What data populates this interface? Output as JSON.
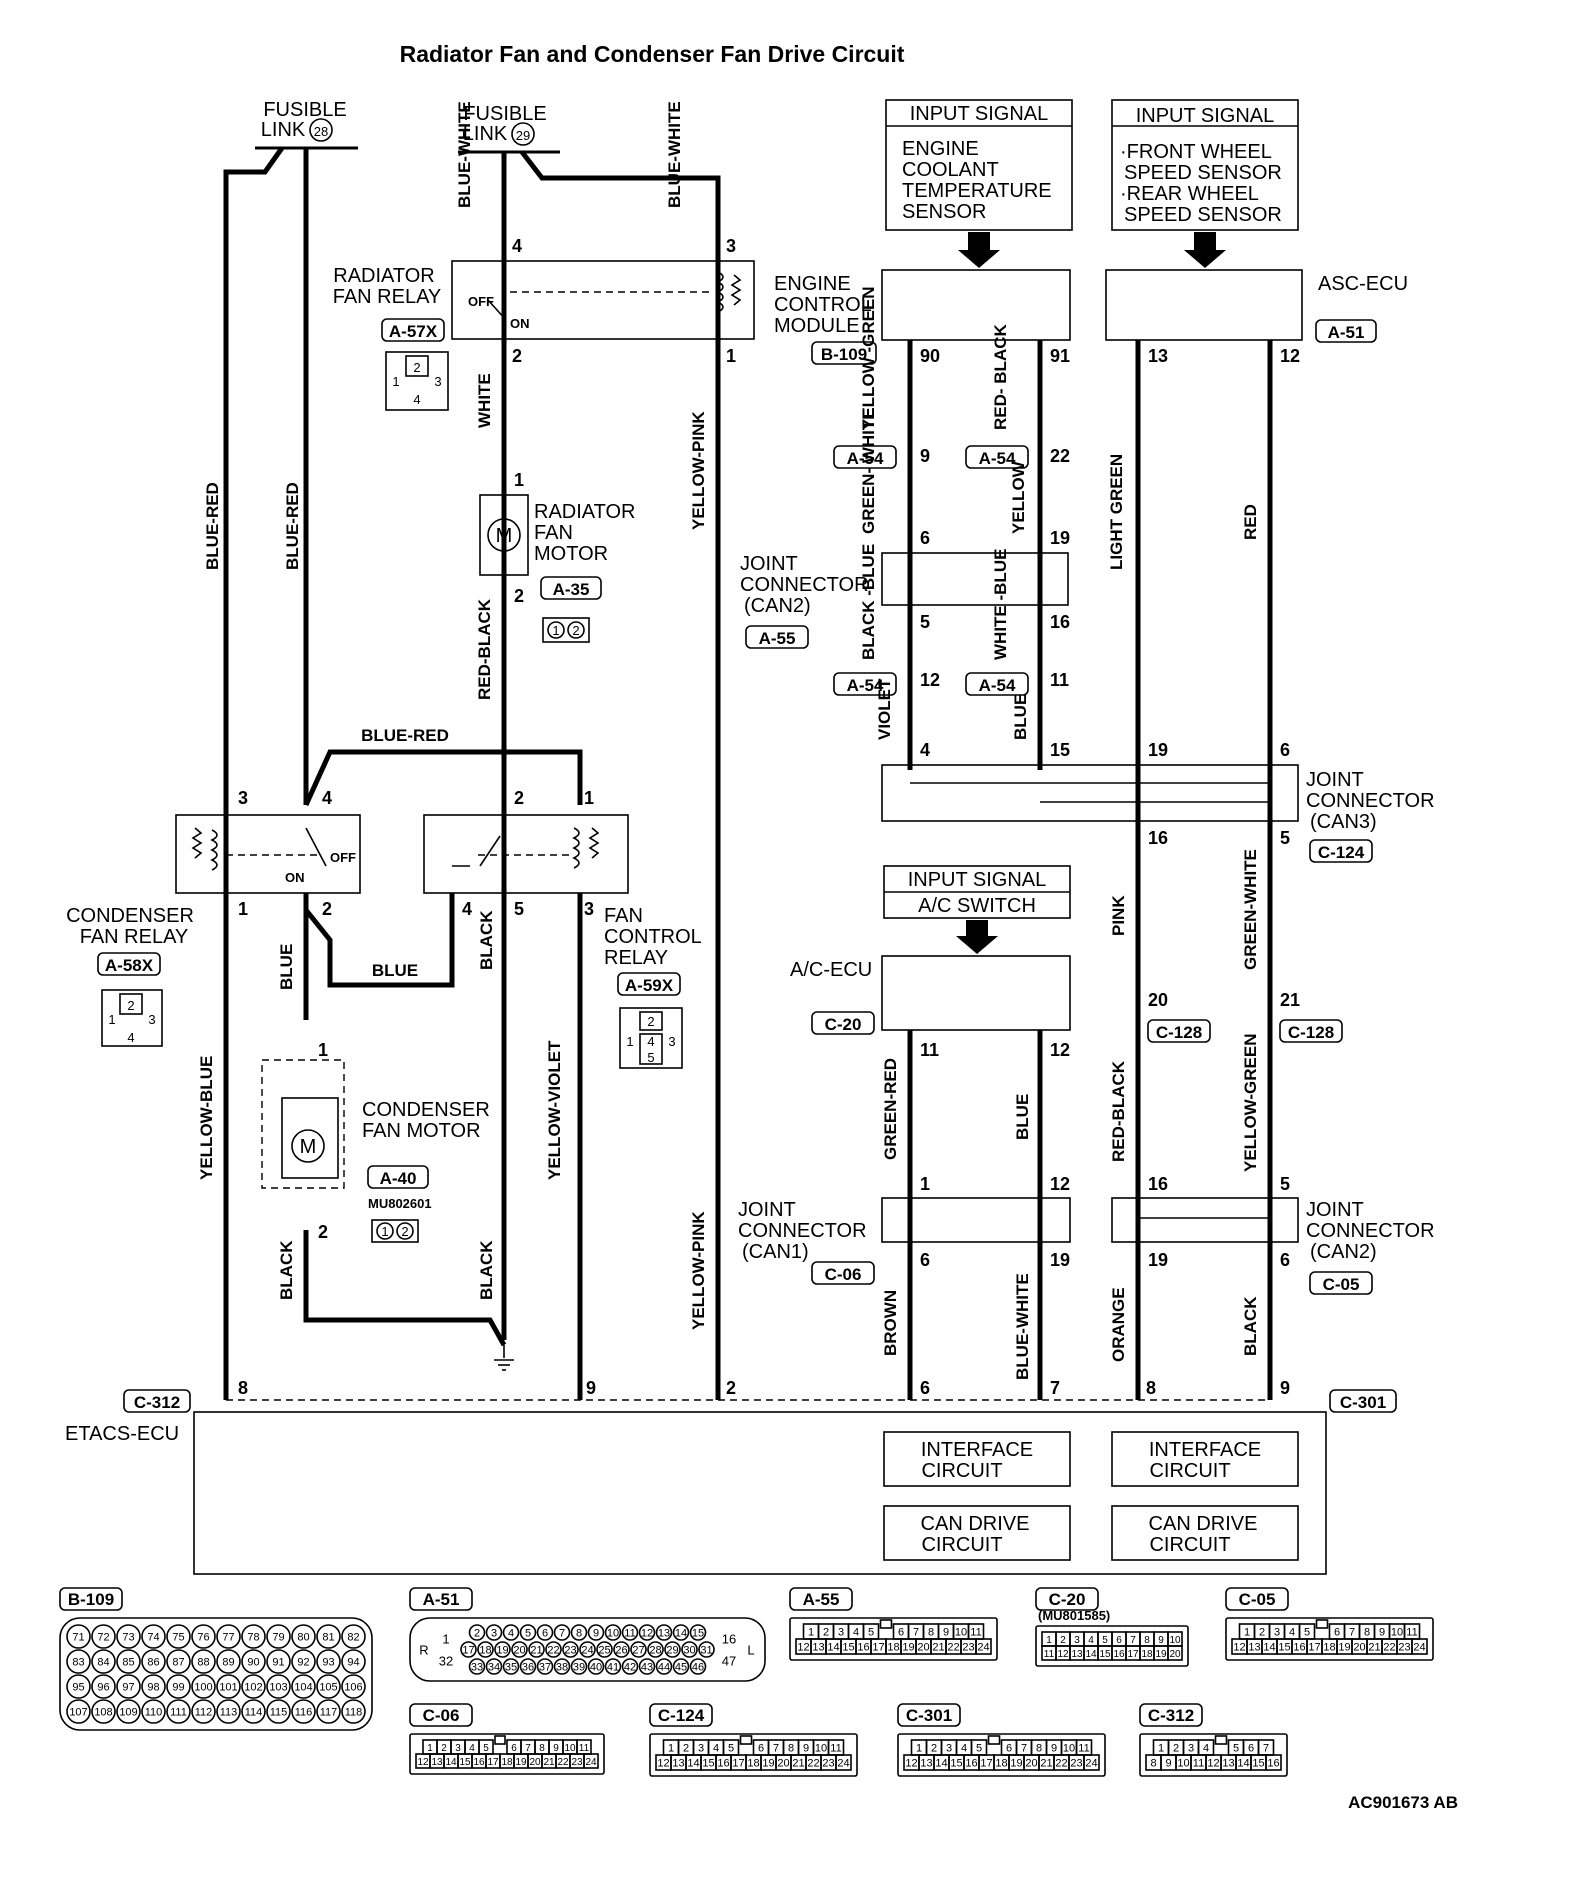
{
  "title": "Radiator Fan and Condenser Fan Drive Circuit",
  "doc_code": "AC901673 AB",
  "fusible_links": [
    {
      "line1": "FUSIBLE",
      "line2": "LINK",
      "num": "28"
    },
    {
      "line1": "FUSIBLE",
      "line2": "LINK",
      "num": "29"
    }
  ],
  "input_signals": [
    {
      "header": "INPUT SIGNAL",
      "lines": [
        "ENGINE",
        "COOLANT",
        "TEMPERATURE",
        "SENSOR"
      ]
    },
    {
      "header": "INPUT SIGNAL",
      "lines": [
        "·FRONT WHEEL",
        "SPEED SENSOR",
        "·REAR WHEEL",
        "SPEED SENSOR"
      ]
    },
    {
      "header": "INPUT SIGNAL",
      "lines": [
        "A/C SWITCH"
      ]
    }
  ],
  "components": {
    "radiator_fan_relay": {
      "lines": [
        "RADIATOR",
        "FAN RELAY"
      ],
      "code": "A-57X",
      "off": "OFF",
      "on": "ON"
    },
    "radiator_fan_motor": {
      "lines": [
        "RADIATOR",
        "FAN",
        "MOTOR"
      ],
      "code": "A-35"
    },
    "condenser_fan_relay": {
      "lines": [
        "CONDENSER",
        "FAN RELAY"
      ],
      "code": "A-58X",
      "off": "OFF",
      "on": "ON"
    },
    "fan_control_relay": {
      "lines": [
        "FAN",
        "CONTROL",
        "RELAY"
      ],
      "code": "A-59X"
    },
    "condenser_fan_motor": {
      "lines": [
        "CONDENSER",
        "FAN MOTOR"
      ],
      "code": "A-40",
      "part": "MU802601"
    },
    "ecm": {
      "lines": [
        "ENGINE",
        "CONTROL",
        "MODULE"
      ],
      "code": "B-109"
    },
    "asc_ecu": {
      "label": "ASC-ECU",
      "code": "A-51"
    },
    "ac_ecu": {
      "label": "A/C-ECU",
      "code": "C-20"
    },
    "etacs": {
      "label": "ETACS-ECU",
      "code_left": "C-312",
      "code_right": "C-301"
    },
    "jc_can2_top": {
      "lines": [
        "JOINT",
        "CONNECTOR",
        "(CAN2)"
      ],
      "code": "A-55"
    },
    "jc_can3": {
      "lines": [
        "JOINT",
        "CONNECTOR",
        "(CAN3)"
      ],
      "code": "C-124"
    },
    "jc_can1": {
      "lines": [
        "JOINT",
        "CONNECTOR",
        "(CAN1)"
      ],
      "code": "C-06"
    },
    "jc_can2_bot": {
      "lines": [
        "JOINT",
        "CONNECTOR",
        "(CAN2)"
      ],
      "code": "C-05"
    },
    "interface_circuit": [
      "INTERFACE",
      "CIRCUIT"
    ],
    "can_drive_circuit": [
      "CAN DRIVE",
      "CIRCUIT"
    ]
  },
  "wire_colors": {
    "blue_white": "BLUE-WHITE",
    "blue_red": "BLUE-RED",
    "white": "WHITE",
    "yellow_pink": "YELLOW-PINK",
    "red_black": "RED-BLACK",
    "blue": "BLUE",
    "black": "BLACK",
    "yellow_blue": "YELLOW-BLUE",
    "yellow_violet": "YELLOW-VIOLET",
    "yellow_green_ecm": "YELLOW -GREEN",
    "red_black_ecm": "RED- BLACK",
    "green_white": "GREEN- WHITE",
    "yellow": "YELLOW",
    "black_blue": "BLACK -BLUE",
    "white_blue": "WHITE -BLUE",
    "violet": "VIOLET",
    "light_green": "LIGHT GREEN",
    "red": "RED",
    "pink": "PINK",
    "green_white_2": "GREEN-WHITE",
    "green_red": "GREEN-RED",
    "red_black_2": "RED-BLACK",
    "yellow_green": "YELLOW-GREEN",
    "brown": "BROWN",
    "blue_white_2": "BLUE-WHITE",
    "orange": "ORANGE"
  },
  "connector_codes": {
    "a54": "A-54",
    "c128": "C-128"
  },
  "pins": {
    "rfr_4": "4",
    "rfr_3": "3",
    "rfr_2": "2",
    "rfr_1": "1",
    "rfm_1": "1",
    "rfm_2": "2",
    "cfr_3": "3",
    "cfr_4": "4",
    "cfr_1": "1",
    "cfr_2": "2",
    "fcr_2": "2",
    "fcr_1": "1",
    "fcr_4": "4",
    "fcr_5": "5",
    "fcr_3": "3",
    "cfm_1": "1",
    "cfm_2": "2",
    "ecm_90": "90",
    "ecm_91": "91",
    "asc_13": "13",
    "asc_12": "12",
    "a54_9": "9",
    "a54_22": "22",
    "jc2_6": "6",
    "jc2_19": "19",
    "jc2_5": "5",
    "jc2_16": "16",
    "a54_12": "12",
    "a54_11": "11",
    "jc3_4": "4",
    "jc3_15": "15",
    "jc3_19": "19",
    "jc3_6": "6",
    "jc3_16": "16",
    "jc3_5": "5",
    "c128_20": "20",
    "c128_21": "21",
    "ac_11": "11",
    "ac_12": "12",
    "jc1_1": "1",
    "jc1_12": "12",
    "jc1_6": "6",
    "jc1_19": "19",
    "jcb_16": "16",
    "jcb_5": "5",
    "jcb_19": "19",
    "jcb_6": "6",
    "et_8": "8",
    "et_9": "9",
    "et_2": "2",
    "et_6": "6",
    "et_7": "7",
    "et_8b": "8",
    "et_9b": "9"
  },
  "connector_views": [
    {
      "code": "B-109",
      "rows": [
        [
          "71",
          "72",
          "73",
          "74",
          "75",
          "76",
          "77",
          "78",
          "79",
          "80",
          "81",
          "82"
        ],
        [
          "83",
          "84",
          "85",
          "86",
          "87",
          "88",
          "89",
          "90",
          "91",
          "92",
          "93",
          "94"
        ],
        [
          "95",
          "96",
          "97",
          "98",
          "99",
          "100",
          "101",
          "102",
          "103",
          "104",
          "105",
          "106"
        ],
        [
          "107",
          "108",
          "109",
          "110",
          "111",
          "112",
          "113",
          "114",
          "115",
          "116",
          "117",
          "118"
        ]
      ]
    },
    {
      "code": "A-51",
      "rows": [
        [
          "2",
          "3",
          "4",
          "5",
          "6",
          "7",
          "8",
          "9",
          "10",
          "11",
          "12",
          "13",
          "14",
          "15"
        ],
        [
          "17",
          "18",
          "19",
          "20",
          "21",
          "22",
          "23",
          "24",
          "25",
          "26",
          "27",
          "28",
          "29",
          "30",
          "31"
        ],
        [
          "33",
          "34",
          "35",
          "36",
          "37",
          "38",
          "39",
          "40",
          "41",
          "42",
          "43",
          "44",
          "45",
          "46"
        ]
      ],
      "side": [
        "R",
        "1",
        "32",
        "16",
        "47",
        "L"
      ]
    },
    {
      "code": "A-55",
      "rows": [
        [
          "1",
          "2",
          "3",
          "4",
          "5",
          "",
          "6",
          "7",
          "8",
          "9",
          "10",
          "11"
        ],
        [
          "12",
          "13",
          "14",
          "15",
          "16",
          "17",
          "18",
          "19",
          "20",
          "21",
          "22",
          "23",
          "24"
        ]
      ]
    },
    {
      "code": "C-20",
      "part": "(MU801585)",
      "rows": [
        [
          "1",
          "2",
          "3",
          "4",
          "5",
          "6",
          "7",
          "8",
          "9",
          "10"
        ],
        [
          "11",
          "12",
          "13",
          "14",
          "15",
          "16",
          "17",
          "18",
          "19",
          "20"
        ]
      ]
    },
    {
      "code": "C-05",
      "rows": [
        [
          "1",
          "2",
          "3",
          "4",
          "5",
          "",
          "6",
          "7",
          "8",
          "9",
          "10",
          "11"
        ],
        [
          "12",
          "13",
          "14",
          "15",
          "16",
          "17",
          "18",
          "19",
          "20",
          "21",
          "22",
          "23",
          "24"
        ]
      ]
    },
    {
      "code": "C-06",
      "rows": [
        [
          "1",
          "2",
          "3",
          "4",
          "5",
          "",
          "6",
          "7",
          "8",
          "9",
          "10",
          "11"
        ],
        [
          "12",
          "13",
          "14",
          "15",
          "16",
          "17",
          "18",
          "19",
          "20",
          "21",
          "22",
          "23",
          "24"
        ]
      ]
    },
    {
      "code": "C-124",
      "rows": [
        [
          "1",
          "2",
          "3",
          "4",
          "5",
          "",
          "6",
          "7",
          "8",
          "9",
          "10",
          "11"
        ],
        [
          "12",
          "13",
          "14",
          "15",
          "16",
          "17",
          "18",
          "19",
          "20",
          "21",
          "22",
          "23",
          "24"
        ]
      ]
    },
    {
      "code": "C-301",
      "rows": [
        [
          "1",
          "2",
          "3",
          "4",
          "5",
          "",
          "6",
          "7",
          "8",
          "9",
          "10",
          "11"
        ],
        [
          "12",
          "13",
          "14",
          "15",
          "16",
          "17",
          "18",
          "19",
          "20",
          "21",
          "22",
          "23",
          "24"
        ]
      ]
    },
    {
      "code": "C-312",
      "rows": [
        [
          "1",
          "2",
          "3",
          "4",
          "",
          "5",
          "6",
          "7"
        ],
        [
          "8",
          "9",
          "10",
          "11",
          "12",
          "13",
          "14",
          "15",
          "16"
        ]
      ]
    }
  ],
  "relay_pin_views": {
    "a57x": [
      "2",
      "1",
      "3",
      "4"
    ],
    "a58x": [
      "2",
      "1",
      "3",
      "4"
    ],
    "a59x": [
      "2",
      "1",
      "4",
      "3",
      "5"
    ],
    "a35": [
      "1",
      "2"
    ],
    "a40": [
      "1",
      "2"
    ]
  }
}
